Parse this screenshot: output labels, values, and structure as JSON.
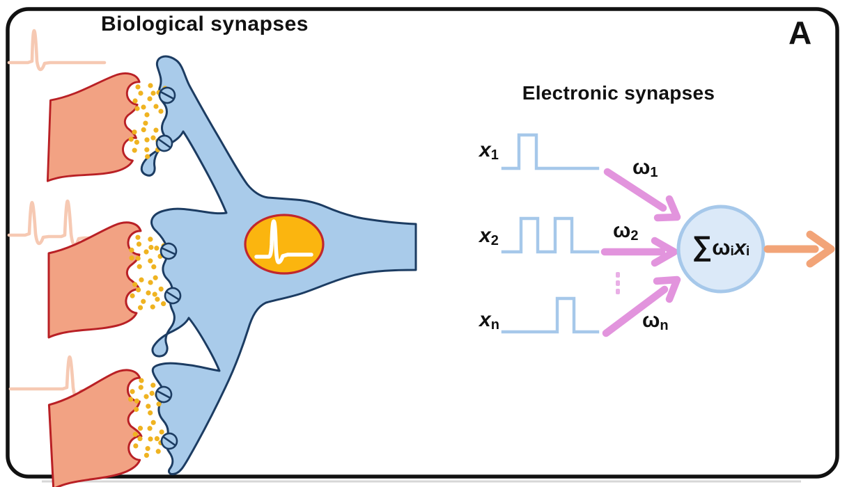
{
  "panel_label": "A",
  "biological": {
    "title": "Biological synapses"
  },
  "electronic": {
    "title": "Electronic synapses",
    "inputs": [
      {
        "name": "x",
        "sub": "1",
        "weight": "ω",
        "weight_sub": "1"
      },
      {
        "name": "x",
        "sub": "2",
        "weight": "ω",
        "weight_sub": "2"
      },
      {
        "name": "x",
        "sub": "n",
        "weight": "ω",
        "weight_sub": "n"
      }
    ],
    "summation": {
      "sigma": "∑",
      "omega": "ω",
      "omega_sub": "i",
      "x": "x",
      "x_sub": "i"
    }
  },
  "colors": {
    "presynaptic_fill": "#F2A283",
    "presynaptic_stroke": "#B92025",
    "postsynaptic_fill": "#A9CBEA",
    "postsynaptic_stroke": "#1C3C62",
    "vesicle": "#EFB321",
    "soma_fill": "#FBB50F",
    "soma_stroke": "#C1272D",
    "spike_trace": "#F6C9B3",
    "pulse_wave": "#A6C8EA",
    "weight_arrow": "#E294DD",
    "output_arrow": "#F2A478",
    "neuron_circle_fill": "#DBE9F8",
    "neuron_circle_stroke": "#A6C8EA"
  }
}
